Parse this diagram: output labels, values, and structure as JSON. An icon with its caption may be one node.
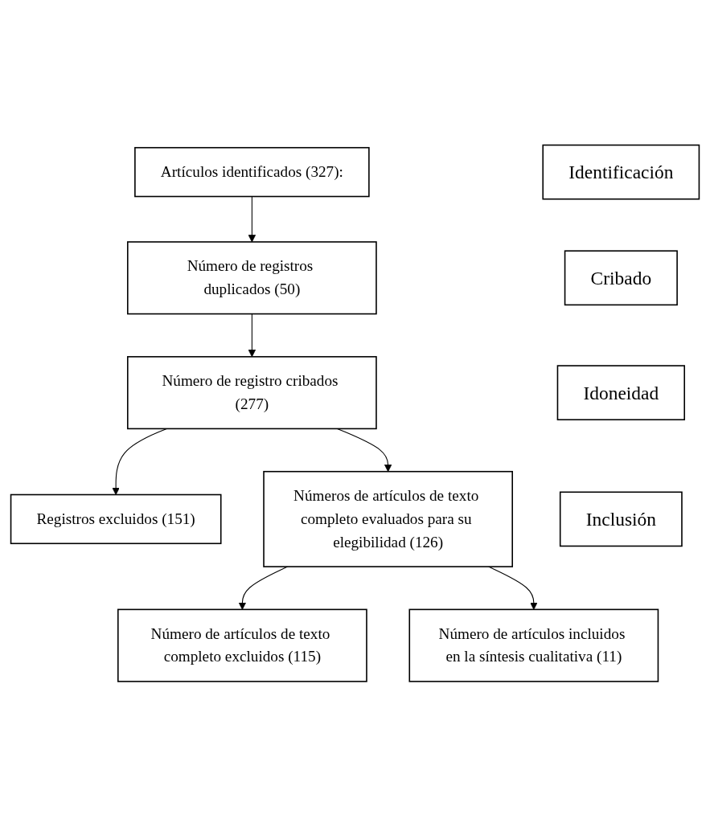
{
  "diagram": {
    "nodes": [
      {
        "text": [
          "Identificación"
        ]
      },
      {
        "text": [
          "Artículos identificados (327):"
        ]
      },
      {
        "text": [
          "Cribado"
        ]
      },
      {
        "text": [
          "Número de registros duplicados (50)"
        ]
      },
      {
        "text": [
          "Número de registro cribados (277)"
        ]
      },
      {
        "text": [
          "Registros excluidos (151)"
        ]
      },
      {
        "text": [
          "Idoneidad"
        ]
      },
      {
        "text": [
          "Números de artículos de texto completo evaluados para su elegibilidad (126)"
        ]
      },
      {
        "text": [
          "Número de artículos de texto completo excluidos (115)"
        ]
      },
      {
        "text": [
          "Inclusión"
        ]
      },
      {
        "text": [
          "Número de artículos incluidos en la síntesis cualitativa (11)"
        ]
      }
    ],
    "edges": [
      {
        "from": 1,
        "to": 3,
        "arrow": "to"
      },
      {
        "from": 3,
        "to": 4,
        "arrow": "to"
      },
      {
        "from": 4,
        "to": 5,
        "arrow": "to"
      },
      {
        "from": 4,
        "to": 7,
        "arrow": "to"
      },
      {
        "from": 7,
        "to": 8,
        "arrow": "to"
      },
      {
        "from": 7,
        "to": 10,
        "arrow": "to"
      }
    ]
  }
}
